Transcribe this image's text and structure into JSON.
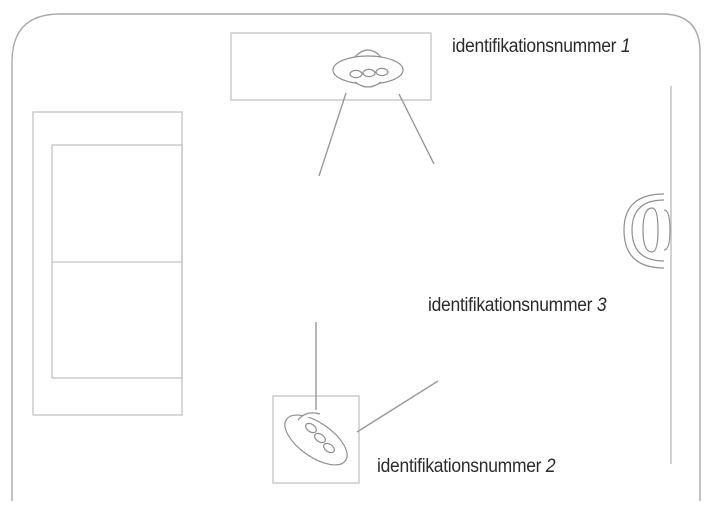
{
  "colors": {
    "stroke": "#b5b5b5",
    "stroke_dark": "#9a9a9a",
    "text": "#2b2b2b",
    "background": "#ffffff"
  },
  "labels": {
    "device_1": {
      "text": "identifikationsnummer",
      "number": "1"
    },
    "device_2": {
      "text": "identifikationsnummer",
      "number": "2"
    },
    "device_3": {
      "text": "identifikationsnummer",
      "number": "3"
    }
  },
  "icons": {
    "device_1": "ceiling-sensor-icon",
    "device_2": "floor-sensor-icon",
    "device_3": "wall-sensor-icon"
  }
}
